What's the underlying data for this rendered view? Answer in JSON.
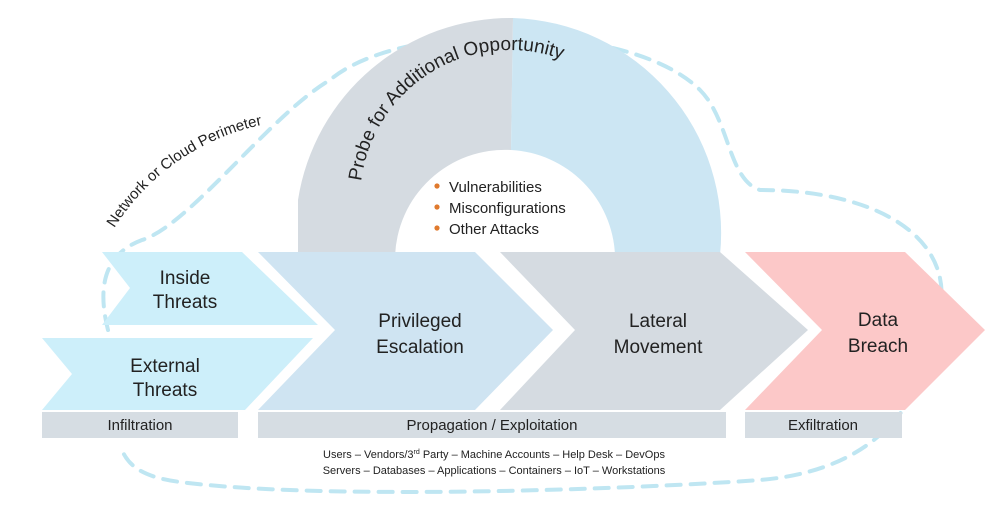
{
  "perimeter": {
    "label": "Network or Cloud Perimeter",
    "color": "#bfe6f2"
  },
  "arc": {
    "label": "Probe for Additional Opportunity",
    "bullets": [
      "Vulnerabilities",
      "Misconfigurations",
      "Other Attacks"
    ],
    "bullet_color": "#e07a2e",
    "color_left": "#d5dbe1",
    "color_right": "#cce6f3"
  },
  "stages": {
    "inside": {
      "line1": "Inside",
      "line2": "Threats",
      "color": "#cdeffa"
    },
    "external": {
      "line1": "External",
      "line2": "Threats",
      "color": "#cdeffa"
    },
    "privileged": {
      "line1": "Privileged",
      "line2": "Escalation",
      "color": "#cfe4f2"
    },
    "lateral": {
      "line1": "Lateral",
      "line2": "Movement",
      "color": "#d5dbe1"
    },
    "breach": {
      "line1": "Data",
      "line2": "Breach",
      "color": "#fcc8c8"
    }
  },
  "phases": {
    "infiltration": "Infiltration",
    "propagation": "Propagation / Exploitation",
    "exfiltration": "Exfiltration",
    "bar_color": "#d6dde3"
  },
  "footnotes": {
    "line1": {
      "a": "Users – Vendors/3",
      "sup": "rd",
      "b": " Party – Machine Accounts – Help Desk – DevOps"
    },
    "line2": "Servers – Databases – Applications – Containers – IoT – Workstations"
  }
}
